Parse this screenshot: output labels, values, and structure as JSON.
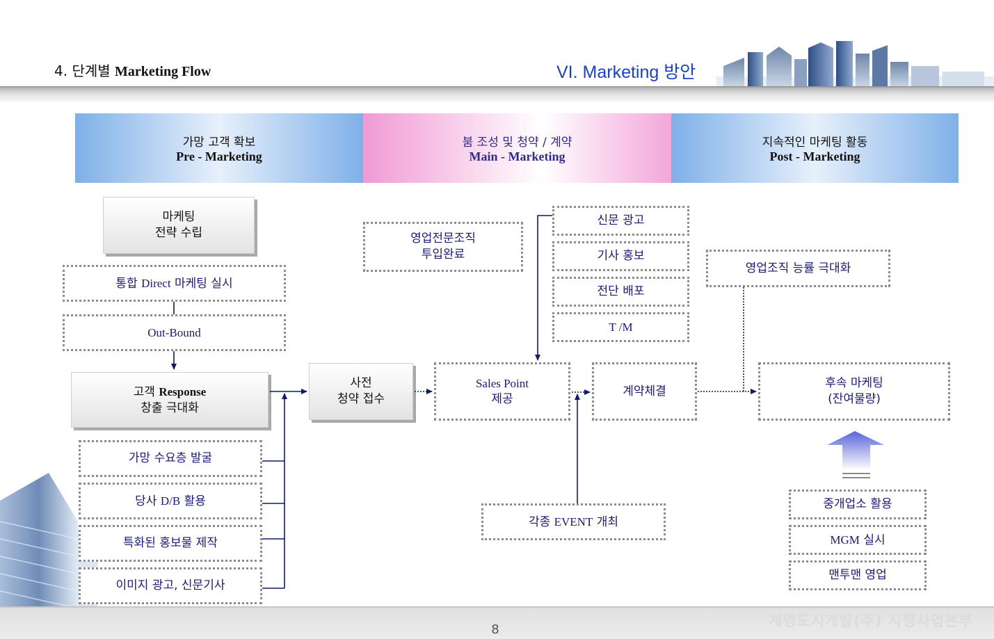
{
  "header": {
    "section_num": "4. 단계별",
    "section_en": "Marketing Flow",
    "chapter": "VI. Marketing 방안"
  },
  "phases": [
    {
      "ko": "가망 고객 확보",
      "en": "Pre - Marketing"
    },
    {
      "ko": "붐 조성 및 청약 / 계약",
      "en": "Main - Marketing"
    },
    {
      "ko": "지속적인 마케팅 활동",
      "en": "Post - Marketing"
    }
  ],
  "pre": {
    "strategy": [
      "마케팅",
      "전략 수립"
    ],
    "direct": {
      "ko1": "통합",
      "en": "Direct",
      "ko2": "마케팅 실시"
    },
    "outbound": "Out-Bound",
    "response": {
      "ko1": "고객",
      "en": "Response",
      "line2": "창출 극대화"
    },
    "items": [
      {
        "text": "가망 수요층 발굴"
      },
      {
        "ko1": "당사",
        "en": "D/B",
        "ko2": "활용"
      },
      {
        "text": "특화된 홍보물 제작"
      },
      {
        "text": "이미지 광고, 신문기사"
      }
    ]
  },
  "main": {
    "precontract": [
      "사전",
      "청약 접수"
    ],
    "sales_team": [
      "영업전문조직",
      "투입완료"
    ],
    "media": [
      "신문 광고",
      "기사 홍보",
      "전단 배포",
      "T /M"
    ],
    "sales_point": {
      "en": "Sales Point",
      "ko": "제공"
    },
    "contract": "계약체결",
    "event": {
      "ko1": "각종",
      "en": "EVENT",
      "ko2": "개최"
    }
  },
  "post": {
    "maximize": "영업조직 능률 극대화",
    "after": [
      "후속 마케팅",
      "(잔여물량)"
    ],
    "items": [
      {
        "text": "중개업소 활용"
      },
      {
        "en": "MGM",
        "ko": "실시"
      },
      {
        "text": "맨투맨 영업"
      }
    ]
  },
  "footer": {
    "page": "8",
    "company": "계명도시개발(주) 시행사업본부"
  },
  "colors": {
    "chapter_blue": "#1a3fd6",
    "box_text": "#1a1a7a",
    "arrow": "#0d1a6e",
    "pre_gradient": "#7fb0e8",
    "main_gradient": "#f09ad4"
  }
}
